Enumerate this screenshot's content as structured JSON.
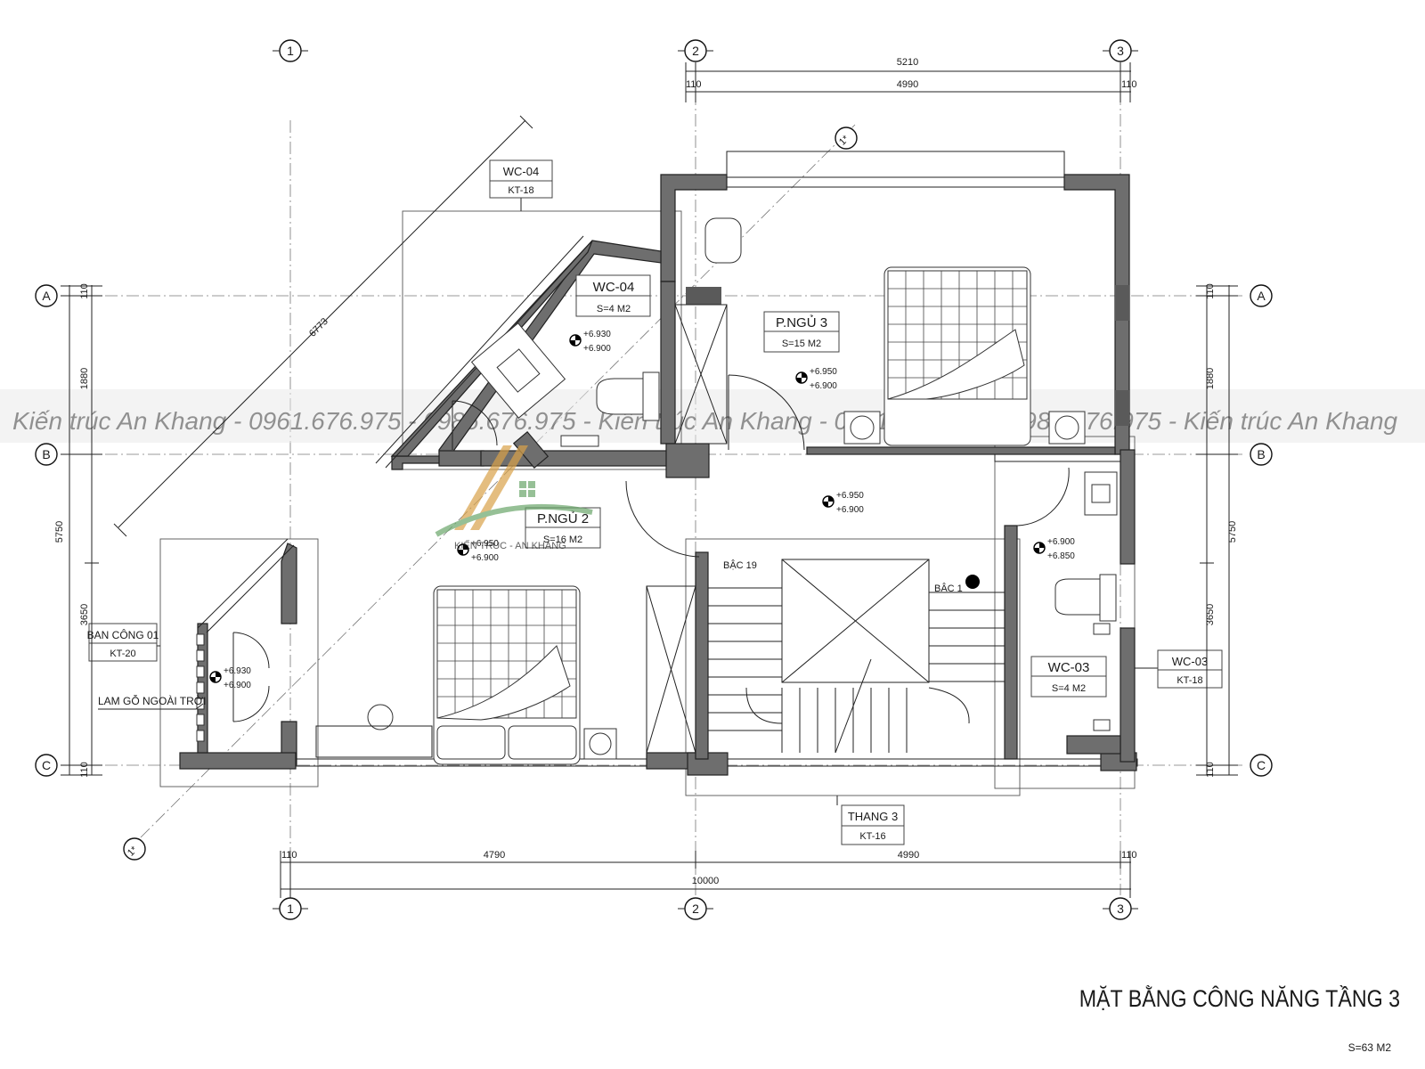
{
  "title": "MẶT BẰNG CÔNG NĂNG TẦNG 3",
  "total_area": "S=63 M2",
  "watermark": "Kiến trúc An Khang - 0961.676.975 - 0986.676.975 - Kiến trúc An Khang - 0961.676.975 - 0986.676.975 - Kiến trúc An Khang",
  "logo_text": "KIẾN TRÚC - AN KHANG",
  "grid": {
    "cols": [
      "1",
      "2",
      "3"
    ],
    "rows": [
      "A",
      "B",
      "C"
    ],
    "diagonal": "1*"
  },
  "dimensions": {
    "top_total": "5210",
    "top_inner": "4990",
    "top_left_off": "110",
    "top_right_off": "110",
    "bottom_total": "10000",
    "bottom_left": "4790",
    "bottom_right": "4990",
    "bottom_left_off": "110",
    "bottom_right_off": "110",
    "left_top": "1880",
    "left_bottom": "5750",
    "left_sub": "3650",
    "left_off_top": "110",
    "left_off_bottom": "110",
    "right_top": "1880",
    "right_bottom": "5750",
    "right_sub": "3650",
    "right_off_top": "110",
    "right_off_bottom": "110",
    "diagonal": "6773"
  },
  "rooms": {
    "wc04": {
      "name": "WC-04",
      "area": "S=4 M2",
      "level_top": "+6.930",
      "level_bot": "+6.900"
    },
    "pngu3": {
      "name": "P.NGỦ 3",
      "area": "S=15 M2",
      "level_top": "+6.950",
      "level_bot": "+6.900"
    },
    "pngu2": {
      "name": "P.NGỦ 2",
      "area": "S=16 M2",
      "level_top": "+6.950",
      "level_bot": "+6.900"
    },
    "wc03": {
      "name": "WC-03",
      "area": "S=4 M2",
      "level_top": "+6.900",
      "level_bot": "+6.850"
    },
    "hall": {
      "level_top": "+6.950",
      "level_bot": "+6.900"
    },
    "balcony": {
      "level_top": "+6.930",
      "level_bot": "+6.900"
    }
  },
  "tags": {
    "wc04": {
      "name": "WC-04",
      "ref": "KT-18"
    },
    "wc03": {
      "name": "WC-03",
      "ref": "KT-18"
    },
    "balcony": {
      "name": "BAN CÔNG 01",
      "ref": "KT-20"
    },
    "stair": {
      "name": "THANG 3",
      "ref": "KT-16"
    }
  },
  "labels": {
    "lam_go": "LAM GỖ NGOÀI TRỜI",
    "bac19": "BẬC 19",
    "bac1": "BẬC 1"
  }
}
